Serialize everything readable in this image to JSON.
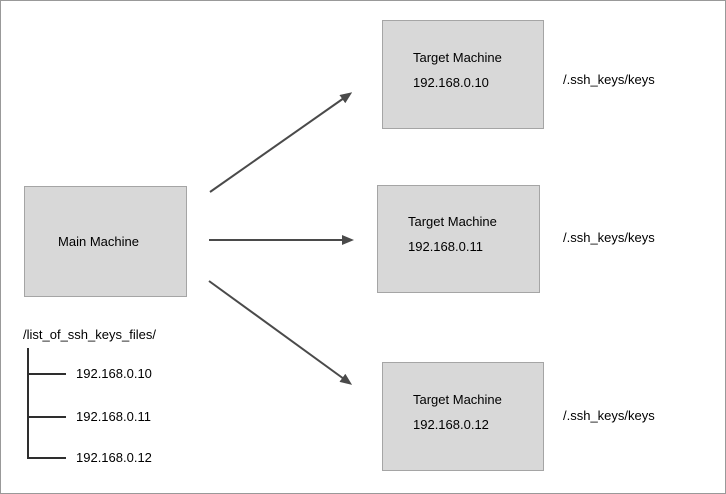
{
  "colors": {
    "box_fill": "#d8d8d8",
    "box_border": "#a5a5a5",
    "arrow": "#4a4a4a",
    "tree_line": "#2e2e2e",
    "page_border": "#999999",
    "text": "#000000"
  },
  "main_machine": {
    "label": "Main Machine"
  },
  "targets": [
    {
      "title": "Target Machine",
      "ip": "192.168.0.10",
      "key_path": "/.ssh_keys/keys"
    },
    {
      "title": "Target Machine",
      "ip": "192.168.0.11",
      "key_path": "/.ssh_keys/keys"
    },
    {
      "title": "Target Machine",
      "ip": "192.168.0.12",
      "key_path": "/.ssh_keys/keys"
    }
  ],
  "file_tree": {
    "root_label": "/list_of_ssh_keys_files/",
    "entries": [
      "192.168.0.10",
      "192.168.0.11",
      "192.168.0.12"
    ]
  }
}
